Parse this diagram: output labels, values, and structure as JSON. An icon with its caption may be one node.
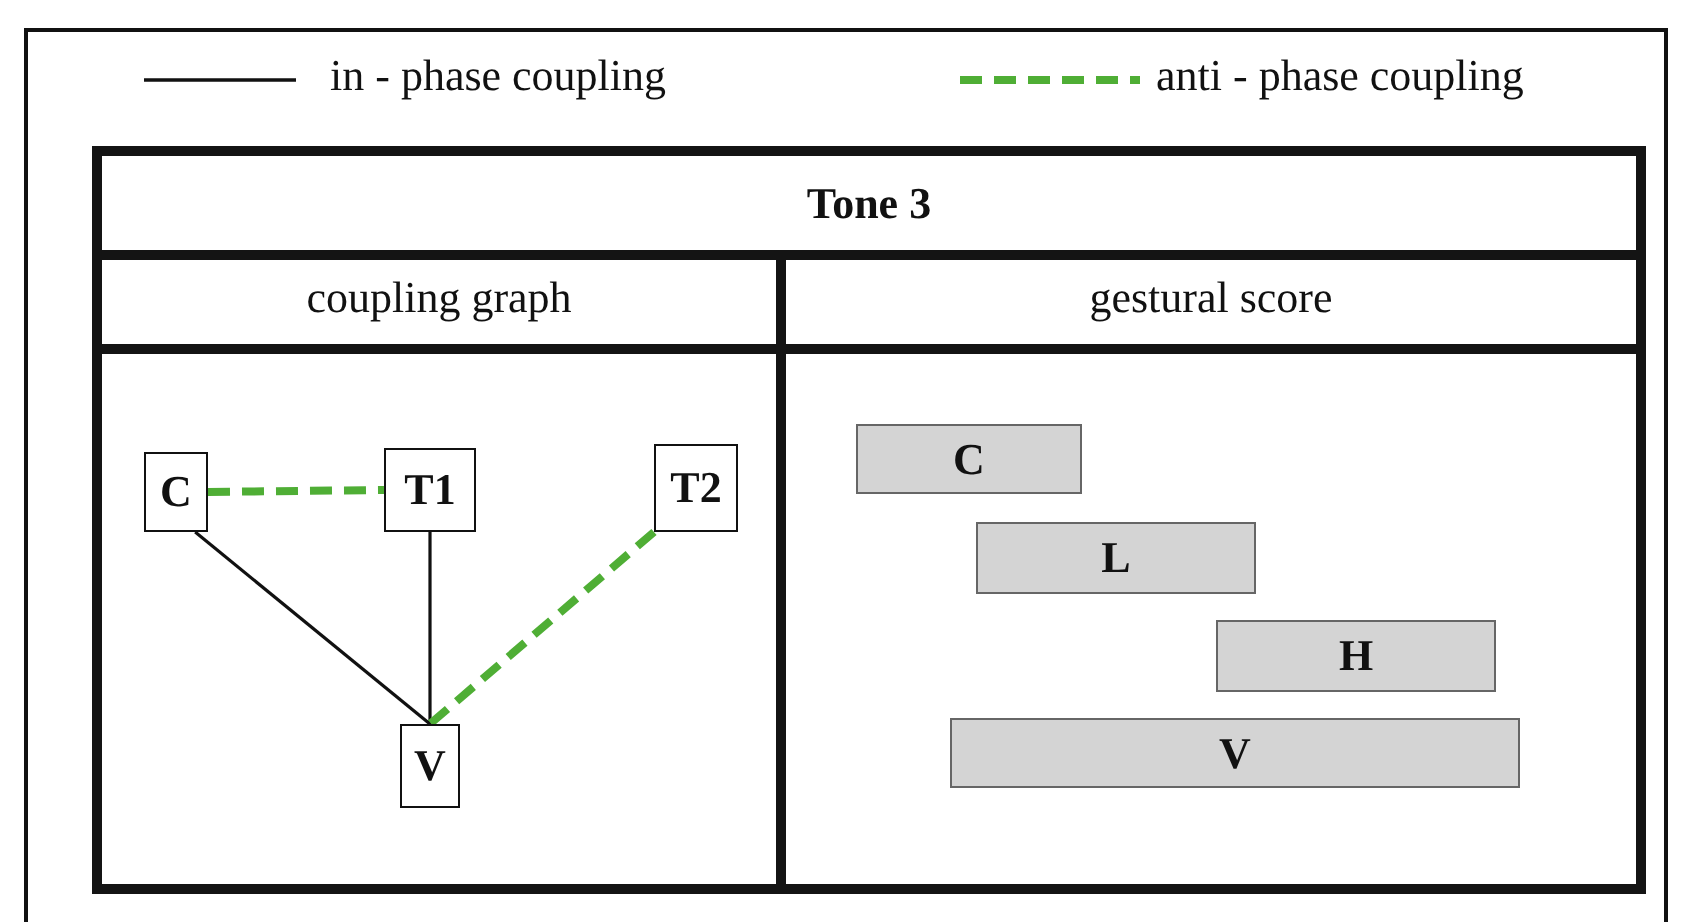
{
  "diagram": {
    "nodes": [
      {
        "text": [
          "Tone 3"
        ]
      },
      {
        "text": [
          "coupling graph"
        ],
        "in": 0
      },
      {
        "text": [
          "gestural score"
        ],
        "in": 0
      },
      {
        "text": [
          "C"
        ],
        "in": 1
      },
      {
        "text": [
          "T1"
        ],
        "in": 1
      },
      {
        "text": [
          "T2"
        ],
        "in": 1
      },
      {
        "text": [
          "V"
        ],
        "in": 1
      },
      {
        "text": [
          "C"
        ],
        "in": 2
      },
      {
        "text": [
          "L"
        ],
        "in": 2
      },
      {
        "text": [
          "H"
        ],
        "in": 2
      },
      {
        "text": [
          "V"
        ],
        "in": 2
      }
    ],
    "edges": [
      {
        "from": 3,
        "to": 4,
        "arrow": "none",
        "style": "dashed",
        "color": "#4fae35"
      },
      {
        "from": 3,
        "to": 6,
        "arrow": "none",
        "color": "#111111"
      },
      {
        "from": 4,
        "to": 6,
        "arrow": "none",
        "color": "#111111"
      },
      {
        "from": 5,
        "to": 6,
        "arrow": "none",
        "style": "dashed",
        "color": "#4fae35"
      }
    ],
    "legend": [
      {
        "text": "in - phase coupling"
      },
      {
        "text": "anti - phase coupling"
      }
    ]
  }
}
